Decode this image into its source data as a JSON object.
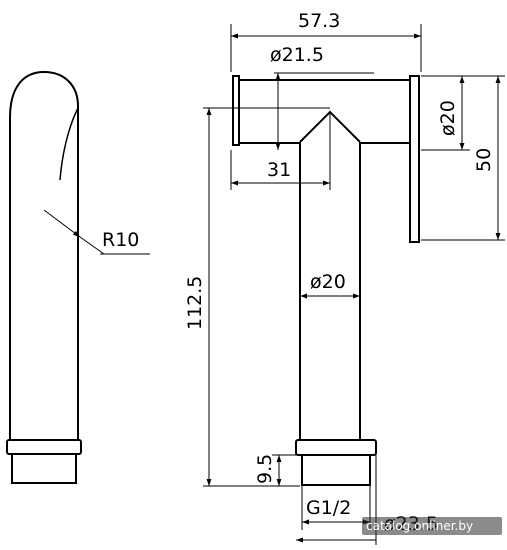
{
  "dimensions": {
    "total_width": "57.3",
    "spout_diameter": "ø21.5",
    "spout_length": "31",
    "head_diameter": "ø20",
    "head_height": "50",
    "body_height": "112.5",
    "body_diameter": "ø20",
    "thread_height": "9.5",
    "thread_size": "G1/2",
    "base_diameter": "ø23.5",
    "radius": "R10"
  },
  "watermark": "catalog.onliner.by"
}
